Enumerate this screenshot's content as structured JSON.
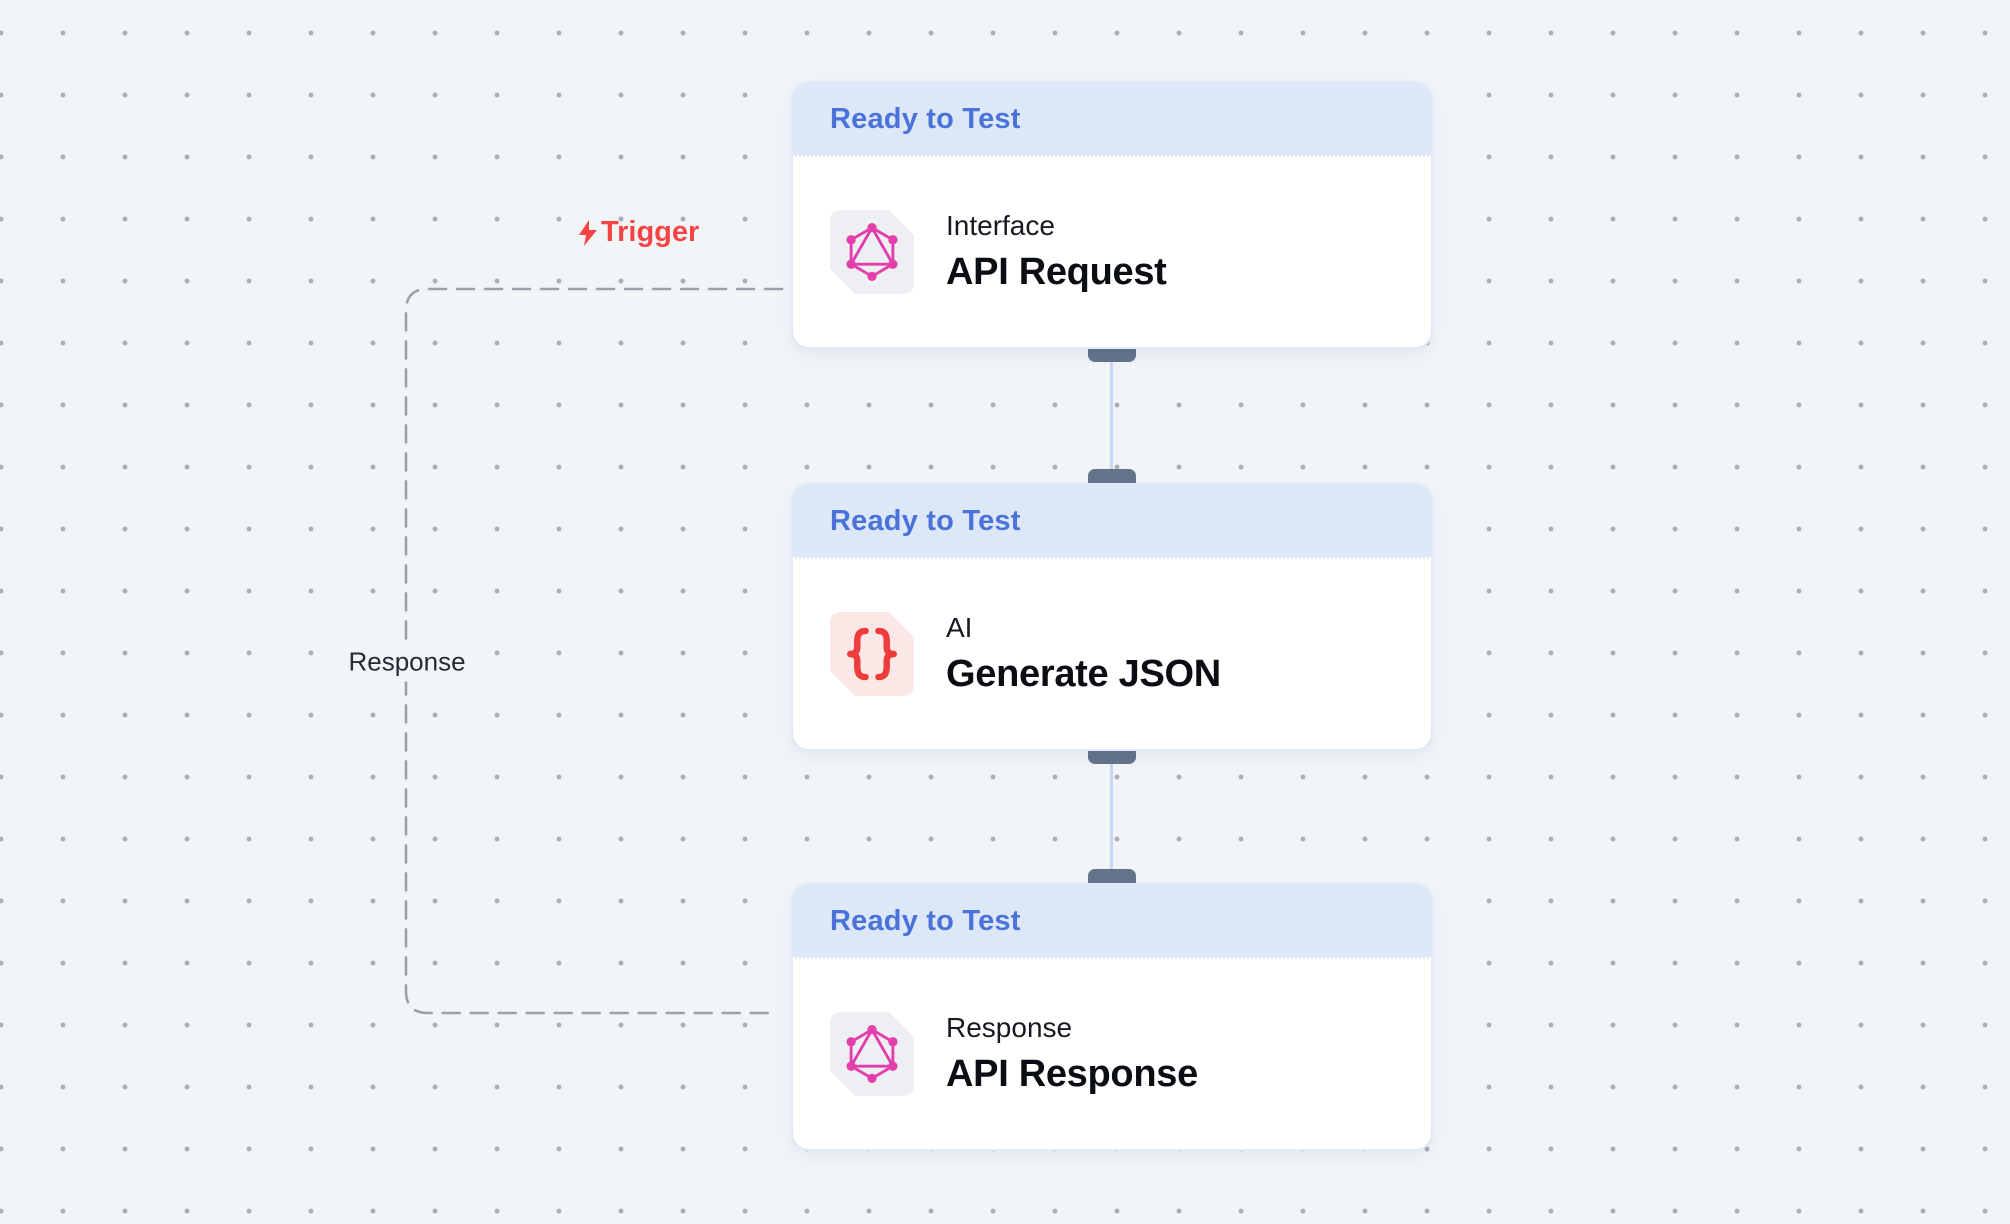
{
  "canvas": {
    "background": "#F2F5F8",
    "dot_color": "#A9B0BA"
  },
  "colors": {
    "accent_blue": "#4A72D8",
    "header_bg": "#DCE7F8",
    "trigger_red": "#F64444",
    "graphql_pink": "#E23FAC",
    "braces_red": "#EE3B3B",
    "handle_slate": "#64748B",
    "dash_gray": "#9AA1AB"
  },
  "edge_labels": {
    "trigger": "Trigger",
    "response": "Response"
  },
  "nodes": [
    {
      "status": "Ready to Test",
      "kind": "Interface",
      "title": "API Request",
      "icon": "graphql-icon"
    },
    {
      "status": "Ready to Test",
      "kind": "AI",
      "title": "Generate JSON",
      "icon": "braces-icon"
    },
    {
      "status": "Ready to Test",
      "kind": "Response",
      "title": "API Response",
      "icon": "graphql-icon"
    }
  ]
}
